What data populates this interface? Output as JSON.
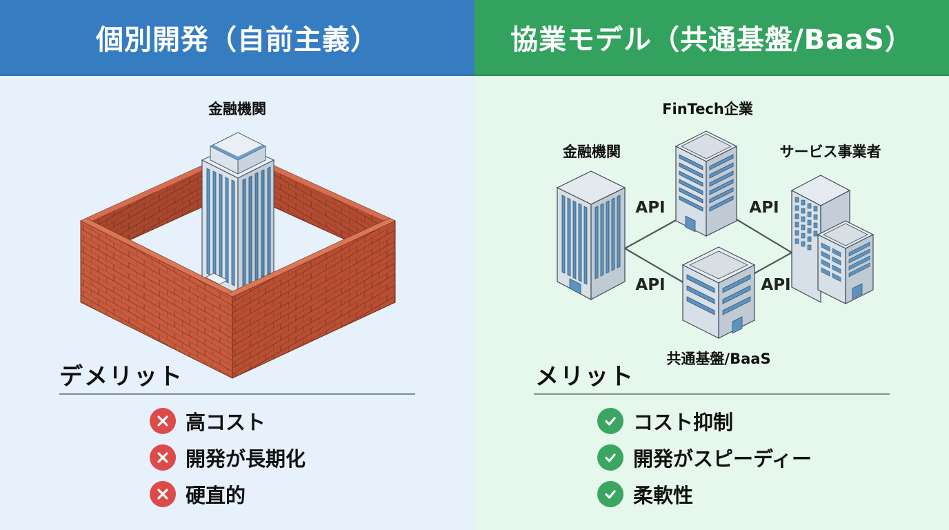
{
  "left_panel": {
    "title": "個別開発（自前主義）",
    "color": "#357cc1",
    "background": "#e6f1fb",
    "illustration": {
      "building_label": "金融機関",
      "description": "Isolated bank tower enclosed by a brick wall"
    },
    "section_title": "デメリット",
    "items": [
      {
        "icon": "x-circle-icon",
        "text": "高コスト"
      },
      {
        "icon": "x-circle-icon",
        "text": "開発が長期化"
      },
      {
        "icon": "x-circle-icon",
        "text": "硬直的"
      }
    ],
    "icon_color": "#dc4a4a"
  },
  "right_panel": {
    "title": "協業モデル（共通基盤/BaaS）",
    "color": "#32a25e",
    "background": "#e6f7ec",
    "illustration": {
      "nodes": {
        "fintech": "FinTech企業",
        "bank": "金融機関",
        "service": "サービス事業者",
        "platform": "共通基盤/BaaS"
      },
      "connections": [
        {
          "label": "API"
        },
        {
          "label": "API"
        },
        {
          "label": "API"
        },
        {
          "label": "API"
        }
      ]
    },
    "section_title": "メリット",
    "items": [
      {
        "icon": "check-circle-icon",
        "text": "コスト抑制"
      },
      {
        "icon": "check-circle-icon",
        "text": "開発がスピーディー"
      },
      {
        "icon": "check-circle-icon",
        "text": "柔軟性"
      }
    ],
    "icon_color": "#3aa661"
  }
}
